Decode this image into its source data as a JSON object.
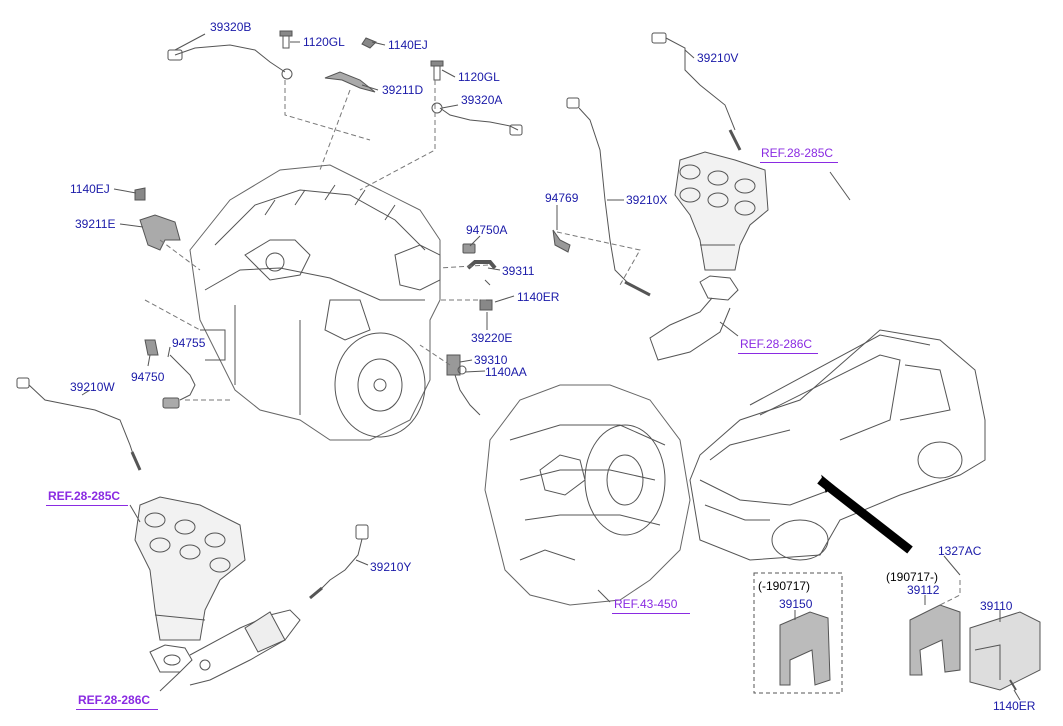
{
  "parts": {
    "p39320B": "39320B",
    "p1120GL_a": "1120GL",
    "p1140EJ_a": "1140EJ",
    "p1120GL_b": "1120GL",
    "p39211D": "39211D",
    "p39320A": "39320A",
    "p39210V": "39210V",
    "p1140EJ_b": "1140EJ",
    "p39211E": "39211E",
    "p94769": "94769",
    "p39210X": "39210X",
    "p94750A": "94750A",
    "p39311": "39311",
    "p1140ER_a": "1140ER",
    "p39220E": "39220E",
    "p94755": "94755",
    "p94750": "94750",
    "p39310": "39310",
    "p1140AA": "1140AA",
    "p39210W": "39210W",
    "p39210Y": "39210Y",
    "p1327AC": "1327AC",
    "p190717_to": "(-190717)",
    "p39150": "39150",
    "p190717_from": "(190717-)",
    "p39112": "39112",
    "p39110": "39110",
    "p1140ER_b": "1140ER"
  },
  "refs": {
    "r28285C_top": "REF.28-285C",
    "r28286C_top": "REF.28-286C",
    "r28285C_left": "REF.28-285C",
    "r28286C_bottom": "REF.28-286C",
    "r43450": "REF.43-450"
  },
  "colors": {
    "label": "#1a1aa8",
    "reference": "#8a2be2",
    "line_art": "#555555",
    "shading": "#dddddd"
  }
}
